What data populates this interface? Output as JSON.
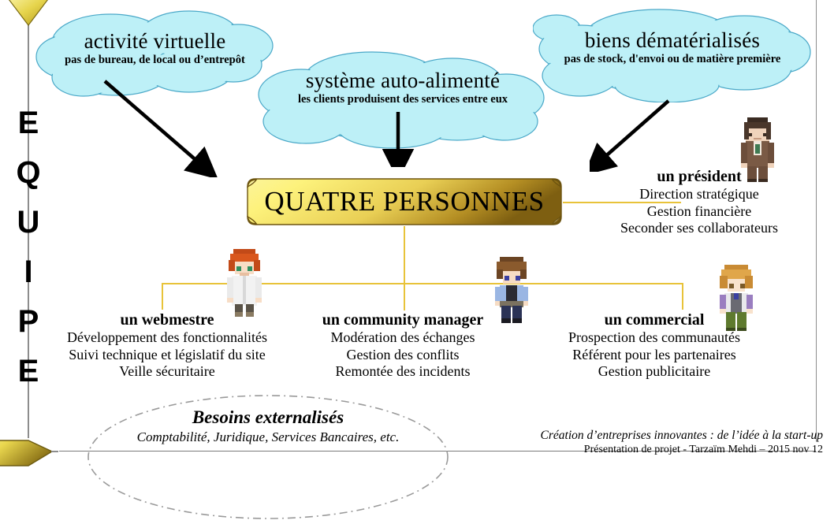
{
  "spine": {
    "label_letters": [
      "E",
      "Q",
      "U",
      "I",
      "P",
      "E"
    ],
    "label_text": "EQUIPE",
    "accent_color": "#e8d44a",
    "line_color": "#8d8d8d"
  },
  "clouds": [
    {
      "id": "virtual",
      "title": "activité virtuelle",
      "subtitle": "pas de bureau, de local ou d’entrepôt",
      "fill": "#bdf0f7",
      "stroke": "#4aa8c8"
    },
    {
      "id": "auto",
      "title": "système auto-alimenté",
      "subtitle": "les clients produisent des services entre eux",
      "fill": "#bdf0f7",
      "stroke": "#4aa8c8"
    },
    {
      "id": "biens",
      "title": "biens dématérialisés",
      "subtitle": "pas de stock, d'envoi ou de matière première",
      "fill": "#bdf0f7",
      "stroke": "#4aa8c8"
    }
  ],
  "banner": {
    "text": "QUATRE PERSONNES",
    "gradient_start": "#fdf07a",
    "gradient_end": "#8a6a16"
  },
  "connector_color": "#e8c33a",
  "roles": [
    {
      "id": "president",
      "title": "un président",
      "duties": [
        "Direction stratégique",
        "Gestion financière",
        "Seconder ses collaborateurs"
      ],
      "sprite": "president-sprite"
    },
    {
      "id": "webmestre",
      "title": "un webmestre",
      "duties": [
        "Développement des fonctionnalités",
        "Suivi technique et législatif du site",
        "Veille sécuritaire"
      ],
      "sprite": "webmestre-sprite"
    },
    {
      "id": "community-manager",
      "title": "un community manager",
      "duties": [
        "Modération des échanges",
        "Gestion des conflits",
        "Remontée des incidents"
      ],
      "sprite": "community-manager-sprite"
    },
    {
      "id": "commercial",
      "title": "un commercial",
      "duties": [
        "Prospection des communautés",
        "Référent pour les partenaires",
        "Gestion publicitaire"
      ],
      "sprite": "commercial-sprite"
    }
  ],
  "outsourcing": {
    "title": "Besoins externalisés",
    "subtitle": "Comptabilité, Juridique, Services Bancaires, etc.",
    "border_style": "dash-dot",
    "border_color": "#9a9a9a"
  },
  "footer": {
    "line1": "Création d’entreprises innovantes : de l’idée à la start-up",
    "line2": "Présentation de projet - Tarzaïm Mehdi – 2015 nov 12"
  }
}
